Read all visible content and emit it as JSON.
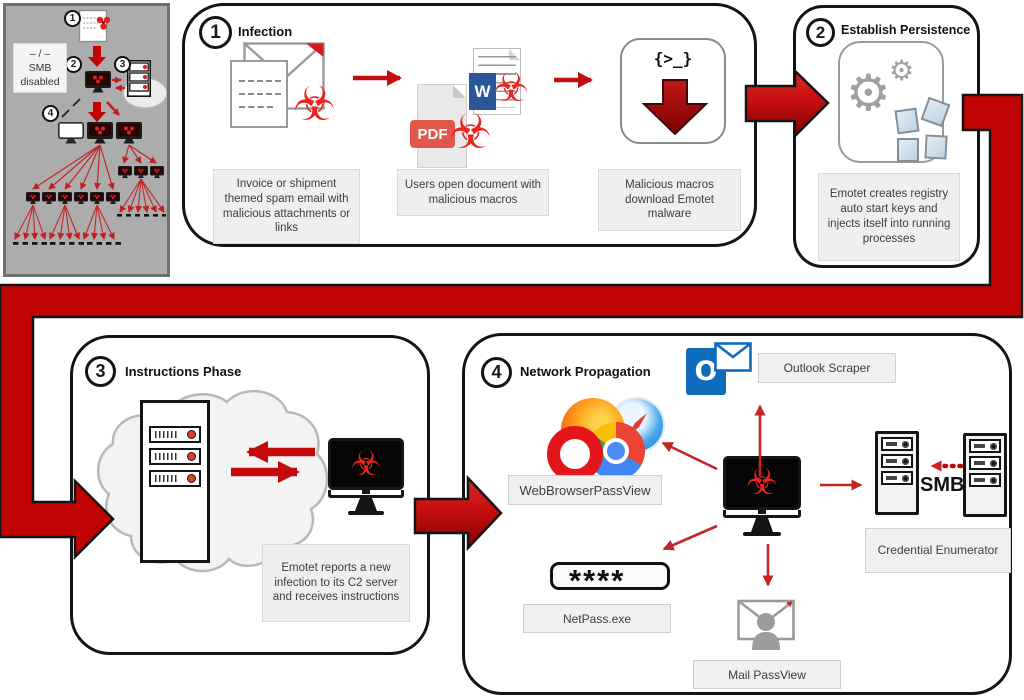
{
  "icons": {
    "biohazard": "☣",
    "gear": "⚙"
  },
  "overview": {
    "badge_1": "1",
    "badge_2": "2",
    "badge_3": "3",
    "badge_4": "4",
    "smb_mark": "– / –",
    "smb_name": "SMB",
    "smb_state": "disabled"
  },
  "phase1": {
    "number": "1",
    "title": "Infection",
    "caption_email": "Invoice or shipment themed spam email with malicious attachments or links",
    "caption_open": "Users open document with malicious macros",
    "caption_macros": "Malicious macros download Emotet malware",
    "terminal_glyph": "{>_}",
    "pdf_badge": "PDF",
    "word_badge": "W"
  },
  "phase2": {
    "number": "2",
    "title": "Establish Persistence",
    "caption": "Emotet creates registry auto start keys and injects itself into running processes"
  },
  "phase3": {
    "number": "3",
    "title": "Instructions Phase",
    "caption": "Emotet reports a new infection to its C2 server and receives instructions"
  },
  "phase4": {
    "number": "4",
    "title": "Network Propagation",
    "outlook_label": "Outlook Scraper",
    "browser_label": "WebBrowserPassView",
    "netpass_label": "NetPass.exe",
    "mail_label": "Mail PassView",
    "credential_label": "Credential Enumerator",
    "smb_label": "SMB",
    "password_mask": "****"
  },
  "colors": {
    "band_red": "#c00404",
    "arrow_red": "#c42424",
    "biohazard_red": "#e8261f",
    "outlook_blue": "#0f6cbd",
    "word_blue": "#2b579a",
    "pdf_red": "#e2574c",
    "caption_bg": "#efefef",
    "overview_gray": "#acacac"
  }
}
